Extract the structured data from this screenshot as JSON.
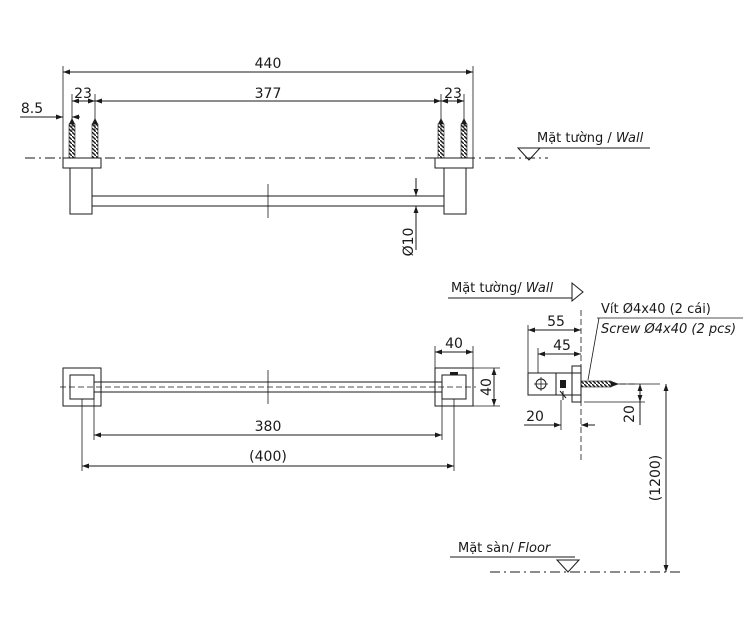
{
  "top_view": {
    "dim_overall": "440",
    "dim_edge": "8.5",
    "dim_left": "23",
    "dim_middle": "377",
    "dim_right": "23",
    "dim_rod": "Ø10",
    "wall_label_vi": "Mặt tường / ",
    "wall_label_en": "Wall"
  },
  "front_view": {
    "dim_bracket_width": "40",
    "dim_bracket_height": "40",
    "dim_inner": "380",
    "dim_outer": "(400)"
  },
  "side_view": {
    "wall_label_vi": "Mặt tường/ ",
    "wall_label_en": "Wall",
    "screw_label_vi": "Vít Ø4x40 (2 cái)",
    "screw_label_en": "Screw Ø4x40 (2 pcs)",
    "dim_depth": "55",
    "dim_depth_inner": "45",
    "dim_bottom": "20",
    "dim_height_small": "20",
    "dim_mount_height": "(1200)",
    "floor_label_vi": "Mặt sàn/ ",
    "floor_label_en": "Floor"
  }
}
